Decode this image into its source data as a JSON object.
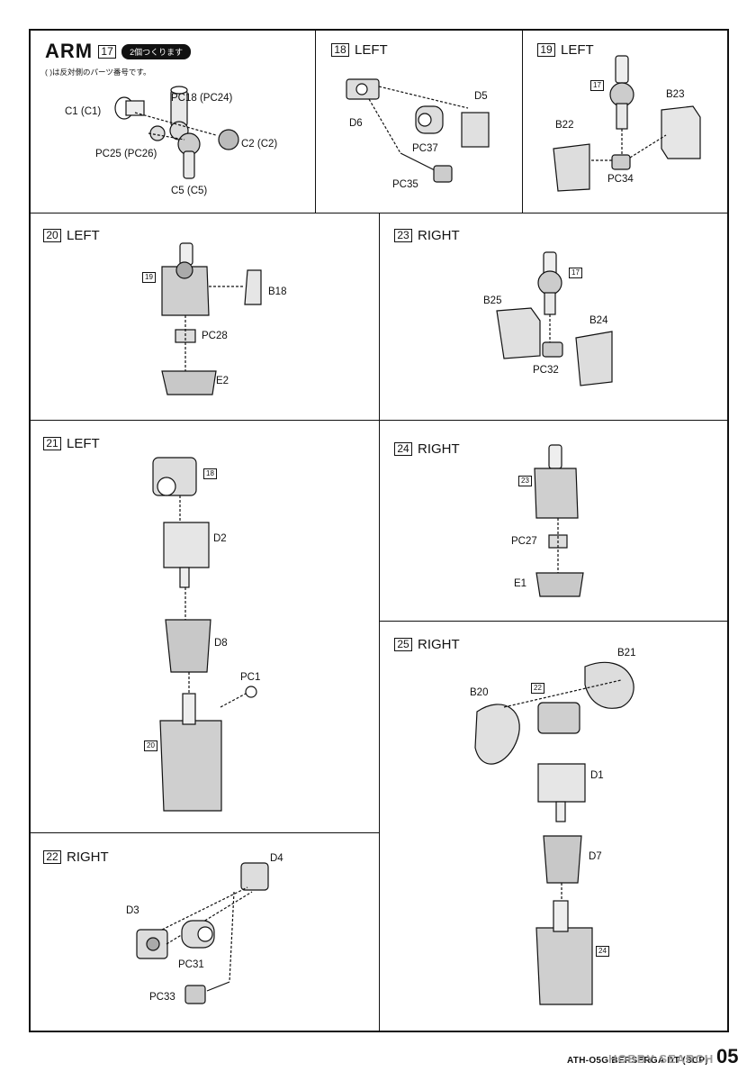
{
  "arm": {
    "title": "ARM",
    "step": "17",
    "badge": "2個つくります",
    "note": "(  )は反対側のパーツ番号です。",
    "labels": [
      "PC18 (PC24)",
      "C1 (C1)",
      "C2 (C2)",
      "PC25 (PC26)",
      "C5 (C5)"
    ]
  },
  "steps": [
    {
      "num": "18",
      "side": "LEFT",
      "labels": [
        "D5",
        "D6",
        "PC37",
        "PC35"
      ]
    },
    {
      "num": "19",
      "side": "LEFT",
      "ref": "17",
      "labels": [
        "B23",
        "B22",
        "PC34"
      ]
    },
    {
      "num": "20",
      "side": "LEFT",
      "ref": "19",
      "labels": [
        "B18",
        "PC28",
        "E2"
      ]
    },
    {
      "num": "23",
      "side": "RIGHT",
      "ref": "17",
      "labels": [
        "B25",
        "B24",
        "PC32"
      ]
    },
    {
      "num": "21",
      "side": "LEFT",
      "refs": [
        "18",
        "20"
      ],
      "labels": [
        "D2",
        "D8",
        "PC1"
      ]
    },
    {
      "num": "24",
      "side": "RIGHT",
      "ref": "23",
      "labels": [
        "PC27",
        "E1"
      ]
    },
    {
      "num": "25",
      "side": "RIGHT",
      "refs": [
        "22",
        "24"
      ],
      "labels": [
        "B21",
        "B20",
        "D1",
        "D7"
      ]
    },
    {
      "num": "22",
      "side": "RIGHT",
      "labels": [
        "D4",
        "D3",
        "PC31",
        "PC33"
      ]
    }
  ],
  "footer": {
    "code": "ATH-O5G BERSERGA DT-(SCP)",
    "watermark": "HOBBY SEARCH",
    "page": "05"
  }
}
